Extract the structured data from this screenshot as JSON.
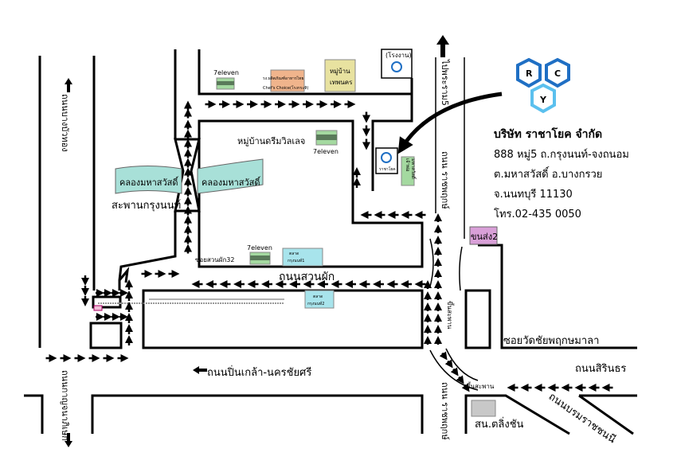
{
  "company": {
    "logo_letters": [
      "R",
      "C",
      "Y"
    ],
    "name": "บริษัท ราชาโยค จำกัด",
    "address1": "888 หมู่5 ถ.กรุงนนท์-จงถนอม",
    "address2": "ต.มหาสวัสดิ์ อ.บางกรวย",
    "address3": "จ.นนทบุรี 11130",
    "phone": "โทร.02-435 0050"
  },
  "roads": {
    "bang_bua_thong": "ถนนบางบัวทอง",
    "kanchanaphisek": "ถนนกาญจนาภิเษก",
    "to_rama5": "ไปพระราม5",
    "ratchaphruek_top": "ถนน ราชพฤกษ์",
    "ratchaphruek_bottom": "ถนน ราชพฤกษ์",
    "suan_phak": "ถนนสวนผัก",
    "pin_klao": "ถนนปิ่นเกล้า-นครชัยศรี",
    "soi_wat": "ซอยวัดชัยพฤกษมาลา",
    "sirindhorn": "ถนนสิรินธร",
    "borommaratchachonnani": "ถนนบรมราชชนนี",
    "soi_suan_phak_32": "ซอยสวนผัก32",
    "up_bridge_1": "ขึ้นสะพาน",
    "up_bridge_2": "ขึ้นสะพาน",
    "bridge": "สะพานกรุงนนท์"
  },
  "places": {
    "factory": "(โรงงาน)",
    "logo_caption": "ราชาโยค",
    "seven_1": "7eleven",
    "seven_2": "7eleven",
    "seven_3": "7eleven",
    "chefs_choice_1": "รง.ผลิตภัณฑ์อาหารไทย",
    "chefs_choice_2": "Chef's Choice(โรงกระทิ)",
    "thephanakorn_1": "หมู่บ้าน",
    "thephanakorn_2": "เทพนคร",
    "dream_village": "หมู่บ้านดรีมวิลเลจ",
    "canal_1": "คลองมหาสวัสดิ์",
    "canal_2": "คลองมหาสวัสดิ์",
    "chao_pho_1": "เจ้าพ่อ",
    "chao_pho_2": "มหาสวัสดิ์",
    "market1_1": "ตลาด",
    "market1_2": "กรุงนนท์1",
    "market2_1": "ตลาด",
    "market2_2": "กรุงนนท์2",
    "transport2": "ขนส่ง2",
    "taling_chan": "สน.ตลิ่งชัน"
  },
  "colors": {
    "logo_dark": "#1f6fc4",
    "logo_light": "#5bc0ee",
    "canal": "#a8e0d8",
    "seven": "#a4d9a0",
    "chefs": "#f0b48c",
    "village": "#e8e2a0",
    "market": "#a8e4ec",
    "transport": "#d9a0d8",
    "police": "#c8c8c8"
  }
}
